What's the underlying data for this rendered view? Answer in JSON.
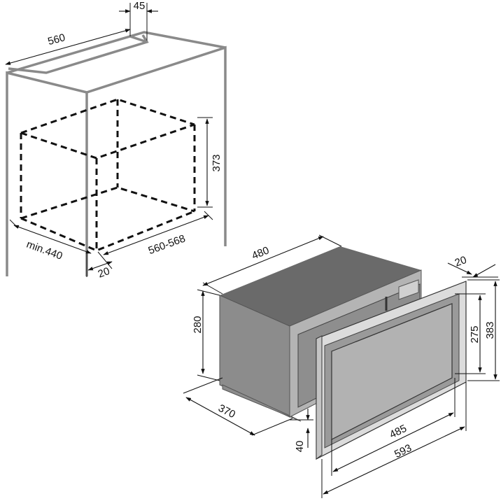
{
  "colors": {
    "cabinet_stroke": "#8a8a8a",
    "dashed_stroke": "#111111",
    "body_top": "#6a6a6a",
    "body_side": "#8c8c8c",
    "body_front": "#b4b4b4",
    "frame_light": "#dcdcdc",
    "frame_mid": "#c4c4c4",
    "glass": "#b2b2b2"
  },
  "dimensions": {
    "cabinet_width": "560",
    "top_cutout": "45",
    "niche_height": "373",
    "niche_width_min": "min.440",
    "niche_depth": "560-568",
    "front_gap": "20",
    "body_depth": "480",
    "body_height": "280",
    "body_width": "370",
    "bottom_offset": "40",
    "frame_depth": "20",
    "inner_height": "275",
    "frame_height": "383",
    "inner_width": "485",
    "frame_width": "593"
  }
}
